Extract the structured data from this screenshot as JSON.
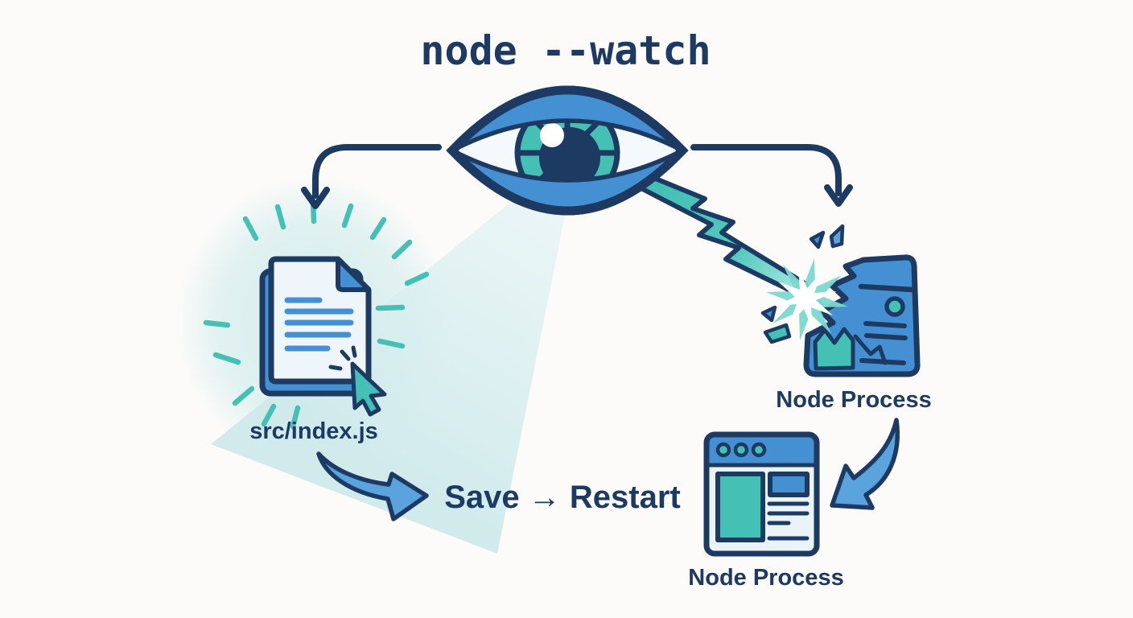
{
  "title": "node --watch",
  "diagram": {
    "watcher": {
      "icon": "eye-icon"
    },
    "watched_file": {
      "label": "src/index.js",
      "icon": "document-icon",
      "pointer": "cursor-icon"
    },
    "crashed_process": {
      "label": "Node Process",
      "icon": "crashed-window-icon",
      "strike": "lightning-bolt-icon"
    },
    "action": {
      "label": "Save → Restart"
    },
    "restarted_process": {
      "label": "Node Process",
      "icon": "browser-window-icon"
    }
  },
  "colors": {
    "navy": "#1d3a63",
    "blue": "#4590d2",
    "light_blue": "#5ba3dd",
    "teal": "#45c0b5",
    "pale_teal": "#d7edee",
    "paper": "#eef5fb",
    "panel": "#e9f3f8",
    "background": "#fcfbfa"
  }
}
